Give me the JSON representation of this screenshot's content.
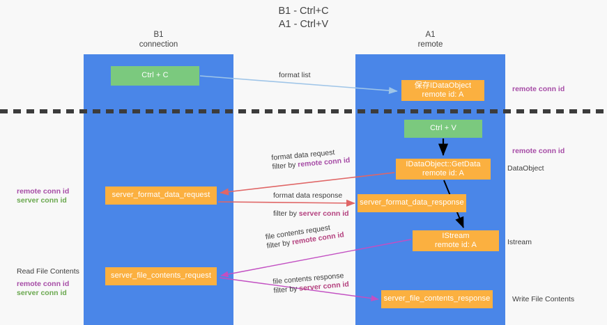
{
  "title": {
    "line1": "B1 - Ctrl+C",
    "line2": "A1 - Ctrl+V"
  },
  "lanes": [
    {
      "id": "b1",
      "name": "B1",
      "role": "connection",
      "color": "#4a86e8"
    },
    {
      "id": "a1",
      "name": "A1",
      "role": "remote",
      "color": "#4a86e8"
    }
  ],
  "colors": {
    "lane": "#4a86e8",
    "green_node": "#7bc97e",
    "orange_node": "#fbb040",
    "purple_text": "#a64ca6",
    "green_text": "#6aa84f",
    "magenta_text": "#b4427f",
    "divider": "#3c3c3c",
    "arrow_blue": "#9fc5e8",
    "arrow_red": "#e06666",
    "arrow_magenta": "#c24fc2",
    "arrow_black": "#000000"
  },
  "nodes": {
    "ctrl_c": {
      "label": "Ctrl + C",
      "sub": ""
    },
    "idataobject": {
      "label": "保存IDataObject",
      "sub": "remote id: A"
    },
    "ctrl_v": {
      "label": "Ctrl + V",
      "sub": ""
    },
    "getdata": {
      "label": "IDataObject::GetData",
      "sub": "remote id: A"
    },
    "server_format_data_request": {
      "label": "server_format_data_request",
      "sub": ""
    },
    "server_format_data_response": {
      "label": "server_format_data_response",
      "sub": ""
    },
    "istream": {
      "label": "IStream",
      "sub": "remote id: A"
    },
    "server_file_contents_request": {
      "label": "server_file_contents_request",
      "sub": ""
    },
    "server_file_contents_response": {
      "label": "server_file_contents_response",
      "sub": ""
    }
  },
  "annotations": {
    "format_list": "format list",
    "remote_conn_id_top": "remote conn id",
    "remote_conn_id_mid": "remote conn id",
    "data_object": "DataObject",
    "istream_label": "Istream",
    "write_file_contents": "Write File Contents",
    "read_file_contents": "Read File Contents",
    "left_remote_conn_id_1": "remote conn id",
    "left_server_conn_id_1": "server conn id",
    "left_remote_conn_id_2": "remote conn id",
    "left_server_conn_id_2": "server conn id",
    "format_data_request": "format data request",
    "format_data_request_filter_prefix": "filter by ",
    "format_data_request_filter_key": "remote conn id",
    "format_data_response": "format data response",
    "format_data_response_filter_prefix": "filter by ",
    "format_data_response_filter_key": "server conn id",
    "file_contents_request": "file contents request",
    "file_contents_request_filter_prefix": "filter by ",
    "file_contents_request_filter_key": "remote conn id",
    "file_contents_response": "file contents response",
    "file_contents_response_filter_prefix": "filter by ",
    "file_contents_response_filter_key": "server conn id"
  }
}
